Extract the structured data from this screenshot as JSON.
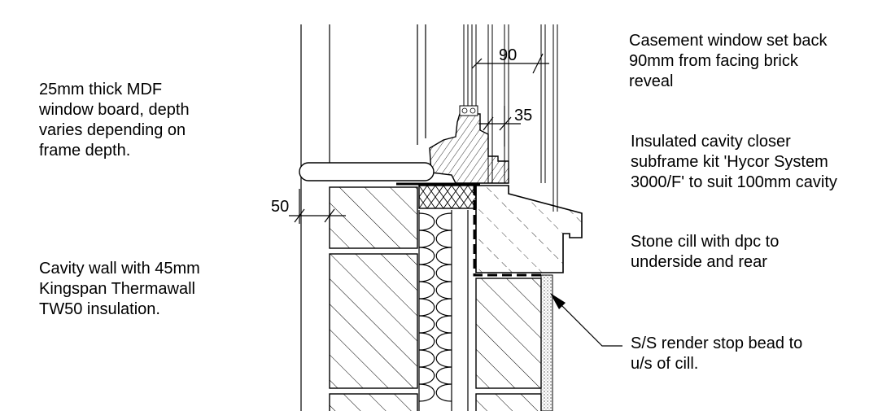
{
  "annotations": {
    "window_board": [
      "25mm thick MDF",
      "window board, depth",
      "varies depending on",
      "frame depth."
    ],
    "cavity_wall": [
      "Cavity wall with 45mm",
      "Kingspan Thermawall",
      "TW50 insulation."
    ],
    "casement": [
      "Casement window set back",
      "90mm from facing brick",
      "reveal"
    ],
    "cavity_closer": [
      "Insulated cavity closer",
      "subframe kit  'Hycor System",
      "3000/F' to suit 100mm cavity"
    ],
    "stone_cill": [
      "Stone cill with dpc to",
      "underside and rear"
    ],
    "render_stop": [
      "S/S render stop bead to",
      "u/s of cill."
    ]
  },
  "dimensions": {
    "setback": "90",
    "frame_offset": "35",
    "board_overhang": "50"
  }
}
